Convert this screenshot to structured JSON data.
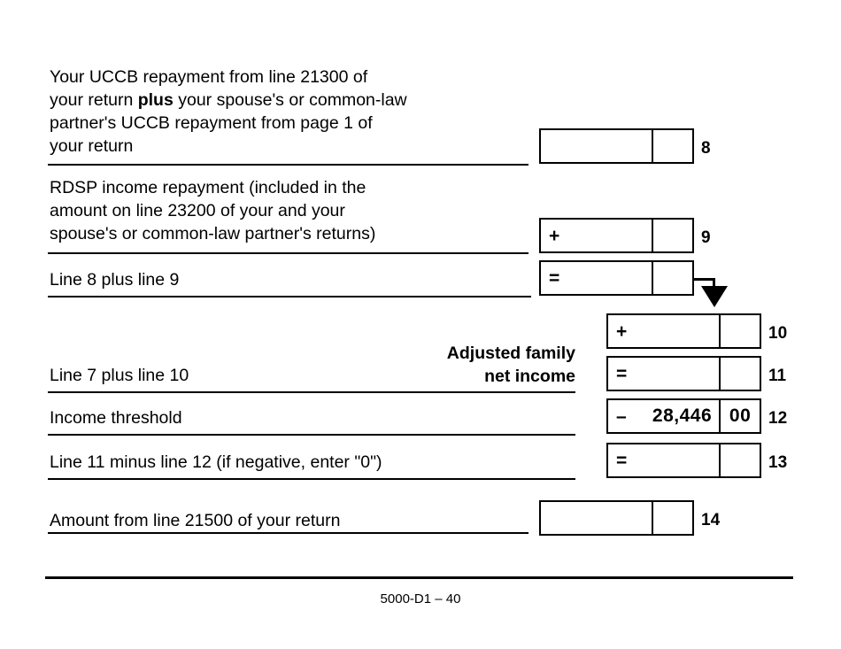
{
  "form": {
    "footer_code": "5000-D1 – 40"
  },
  "rows": [
    {
      "id": "line-8",
      "text_before": "Your UCCB repayment from line 21300 of\nyour return ",
      "text_bold": "plus",
      "text_after": " your spouse's or common-law\npartner's UCCB repayment from page 1 of\nyour return",
      "operator": "",
      "amount": "",
      "cents": "",
      "line_number": "8"
    },
    {
      "id": "line-9",
      "text": "RDSP income repayment (included in the\namount on line 23200 of your and your\nspouse's or common-law partner's returns)",
      "operator": "+",
      "amount": "",
      "cents": "",
      "line_number": "9"
    },
    {
      "id": "line-8-plus-9",
      "text": "Line 8 plus line 9",
      "operator": "=",
      "amount": "",
      "cents": "",
      "line_number": ""
    },
    {
      "id": "line-10",
      "text": "",
      "operator": "+",
      "amount": "",
      "cents": "",
      "line_number": "10"
    },
    {
      "id": "line-11",
      "text": "Line 7 plus line 10",
      "note": "Adjusted family\nnet income",
      "operator": "=",
      "amount": "",
      "cents": "",
      "line_number": "11"
    },
    {
      "id": "line-12",
      "text": "Income threshold",
      "operator": "–",
      "amount": "28,446",
      "cents": "00",
      "line_number": "12"
    },
    {
      "id": "line-13",
      "text": "Line 11 minus line 12 (if negative, enter \"0\")",
      "operator": "=",
      "amount": "",
      "cents": "",
      "line_number": "13"
    },
    {
      "id": "line-14",
      "text": "Amount from line 21500 of your return",
      "operator": "",
      "amount": "",
      "cents": "",
      "line_number": "14"
    }
  ]
}
